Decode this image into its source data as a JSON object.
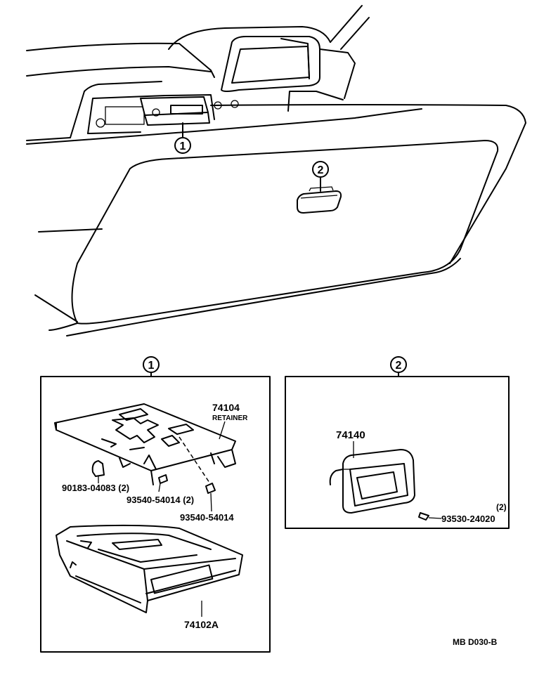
{
  "callouts": {
    "one": "1",
    "two": "2"
  },
  "box1": {
    "retainer_number": "74104",
    "retainer_name": "RETAINER",
    "clip_part": "90183-04083 (2)",
    "screw_part_a": "93540-54014 (2)",
    "screw_part_b": "93540-54014",
    "tray_part": "74102A"
  },
  "box2": {
    "handle_part": "74140",
    "screw_qty": "(2)",
    "screw_part": "93530-24020"
  },
  "figure_code": "MB D030-B"
}
